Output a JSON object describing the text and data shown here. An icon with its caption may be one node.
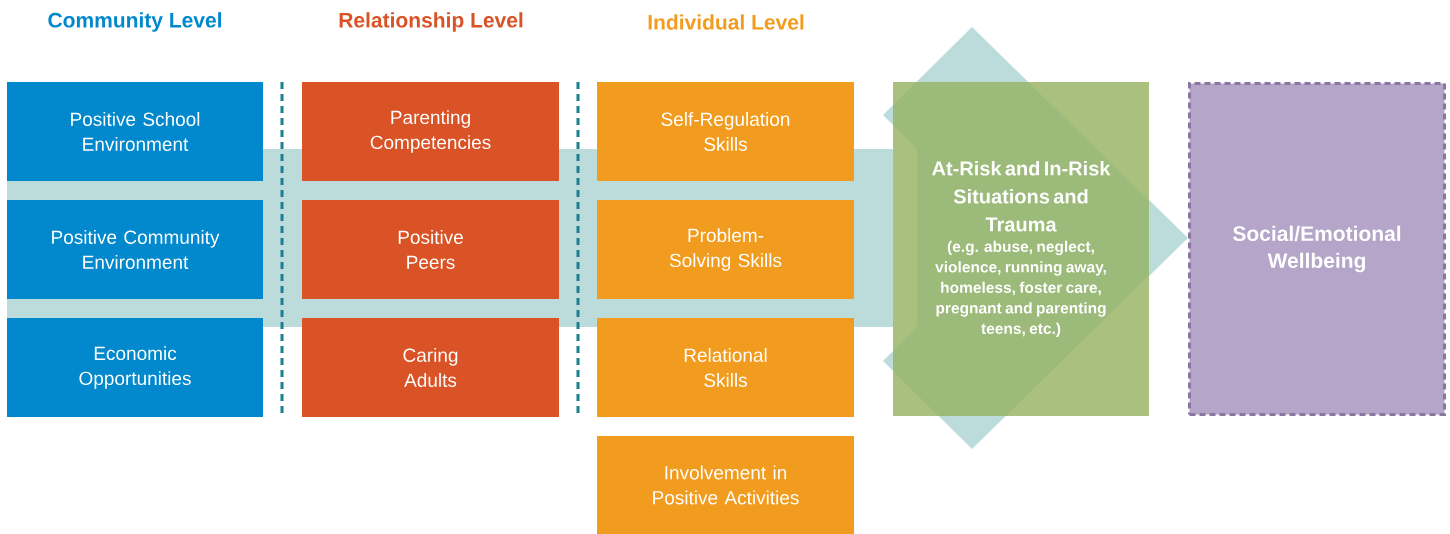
{
  "diagram": {
    "nodes": [
      {
        "text": [
          "Positive School Environment"
        ]
      },
      {
        "text": [
          "Positive Community Environment"
        ]
      },
      {
        "text": [
          "Economic Opportunities"
        ]
      },
      {
        "text": [
          "Parenting Competencies"
        ]
      },
      {
        "text": [
          "Positive Peers"
        ]
      },
      {
        "text": [
          "Caring Adults"
        ]
      },
      {
        "text": [
          "Self-Regulation Skills"
        ]
      },
      {
        "text": [
          "Problem-Solving Skills"
        ]
      },
      {
        "text": [
          "Relational Skills"
        ]
      },
      {
        "text": [
          "Involvement in Positive Activities"
        ]
      },
      {
        "text": [
          "At-Risk and In-Risk Situations and Trauma",
          "(e.g. abuse, neglect, violence, running away, homeless, foster care, pregnant and parenting teens, etc.)"
        ]
      },
      {
        "text": [
          "Social/Emotional Wellbeing"
        ]
      }
    ],
    "edges": [
      {
        "from": null,
        "to": 11,
        "arrow": "to",
        "style": "thick"
      }
    ],
    "labels": [
      "Community Level",
      "Relationship Level",
      "Individual Level"
    ]
  }
}
